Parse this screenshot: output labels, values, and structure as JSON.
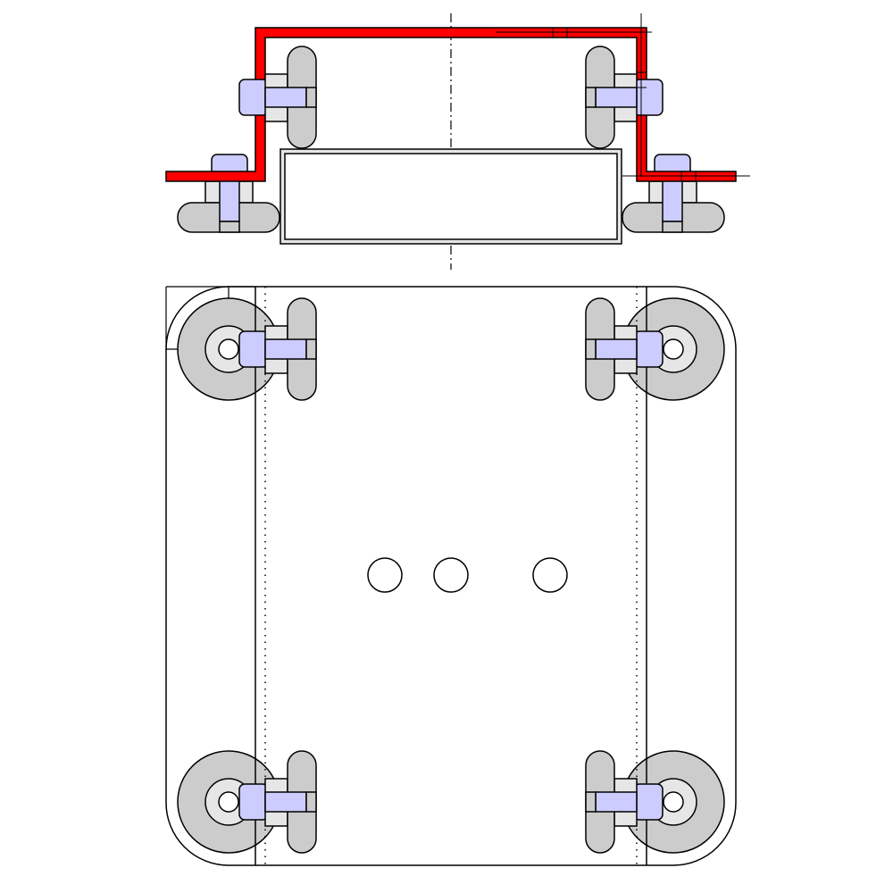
{
  "diagram": {
    "colors": {
      "channel": "#ff0000",
      "bolt": "#ccccff",
      "wheel": "#cccccc",
      "spacer": "#e6e6e6",
      "background": "#ffffff",
      "outline": "#000000"
    },
    "views": [
      "section-view",
      "plan-view"
    ],
    "holes": 3,
    "wheels_plan": 4
  }
}
